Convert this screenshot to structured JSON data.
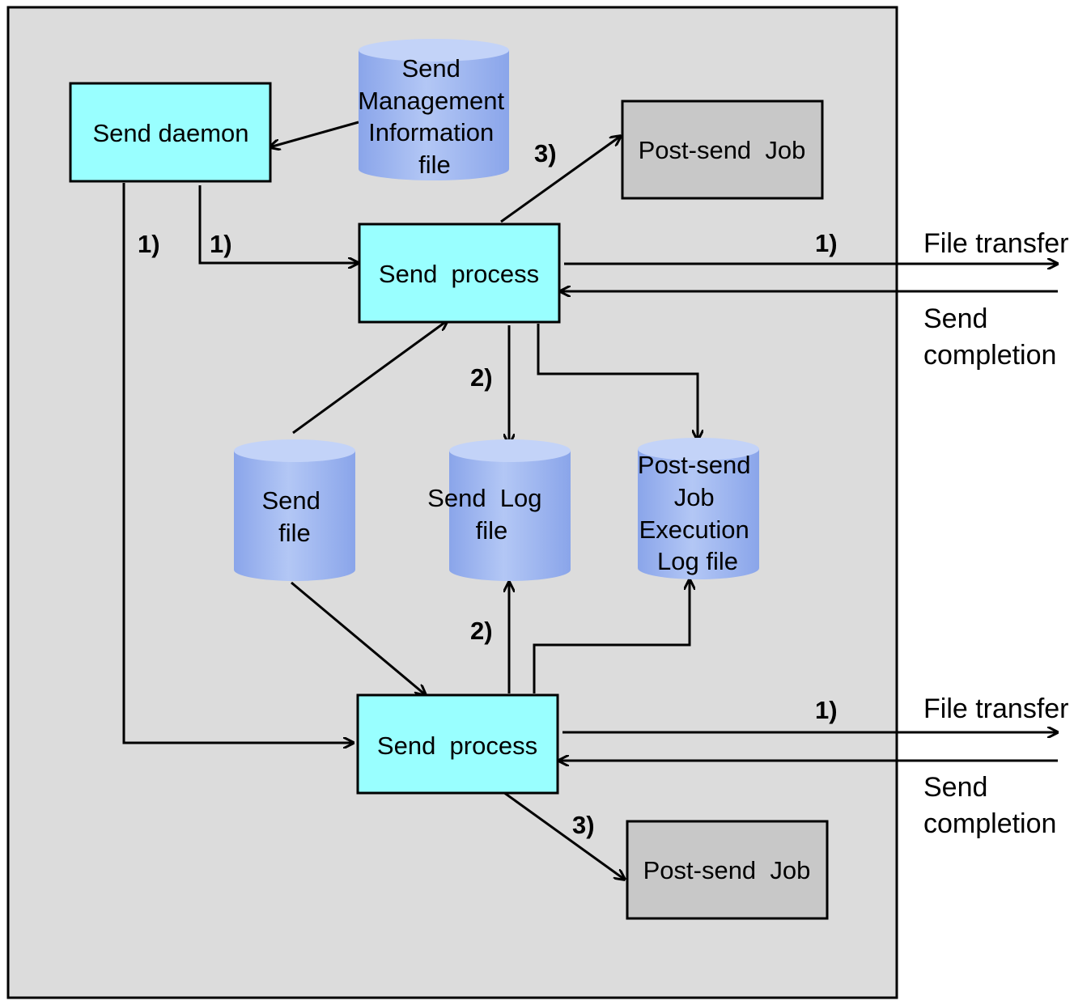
{
  "diagram": {
    "colors": {
      "background": "#dcdcdc",
      "process_box": "#99ffff",
      "job_box": "#c8c8c8",
      "cylinder_light": "#b3c7f5",
      "cylinder_dark": "#8aa5ea",
      "line": "#000000"
    },
    "nodes": {
      "send_daemon": {
        "label": "Send daemon"
      },
      "send_mgmt_file": {
        "lines": [
          "Send",
          "Management",
          "Information",
          "file"
        ]
      },
      "post_job_top": {
        "label": "Post-send  Job"
      },
      "send_process_top": {
        "label": "Send  process"
      },
      "send_file": {
        "lines": [
          "Send",
          "file"
        ]
      },
      "send_log_file": {
        "lines": [
          "Send  Log",
          "file"
        ]
      },
      "post_job_exec_log": {
        "lines": [
          "Post-send",
          "Job",
          "Execution",
          "Log file"
        ]
      },
      "send_process_bottom": {
        "label": "Send  process"
      },
      "post_job_bottom": {
        "label": "Post-send  Job"
      }
    },
    "step_labels": {
      "daemon_left": "1)",
      "daemon_right": "1)",
      "top_transfer": "1)",
      "top_to_log": "2)",
      "top_to_job": "3)",
      "bottom_to_log": "2)",
      "bottom_transfer": "1)",
      "bottom_to_job": "3)"
    },
    "external": {
      "top_transfer": "File transfer",
      "top_completion": [
        "Send",
        "completion"
      ],
      "bottom_transfer": "File transfer",
      "bottom_completion": [
        "Send",
        "completion"
      ]
    }
  }
}
